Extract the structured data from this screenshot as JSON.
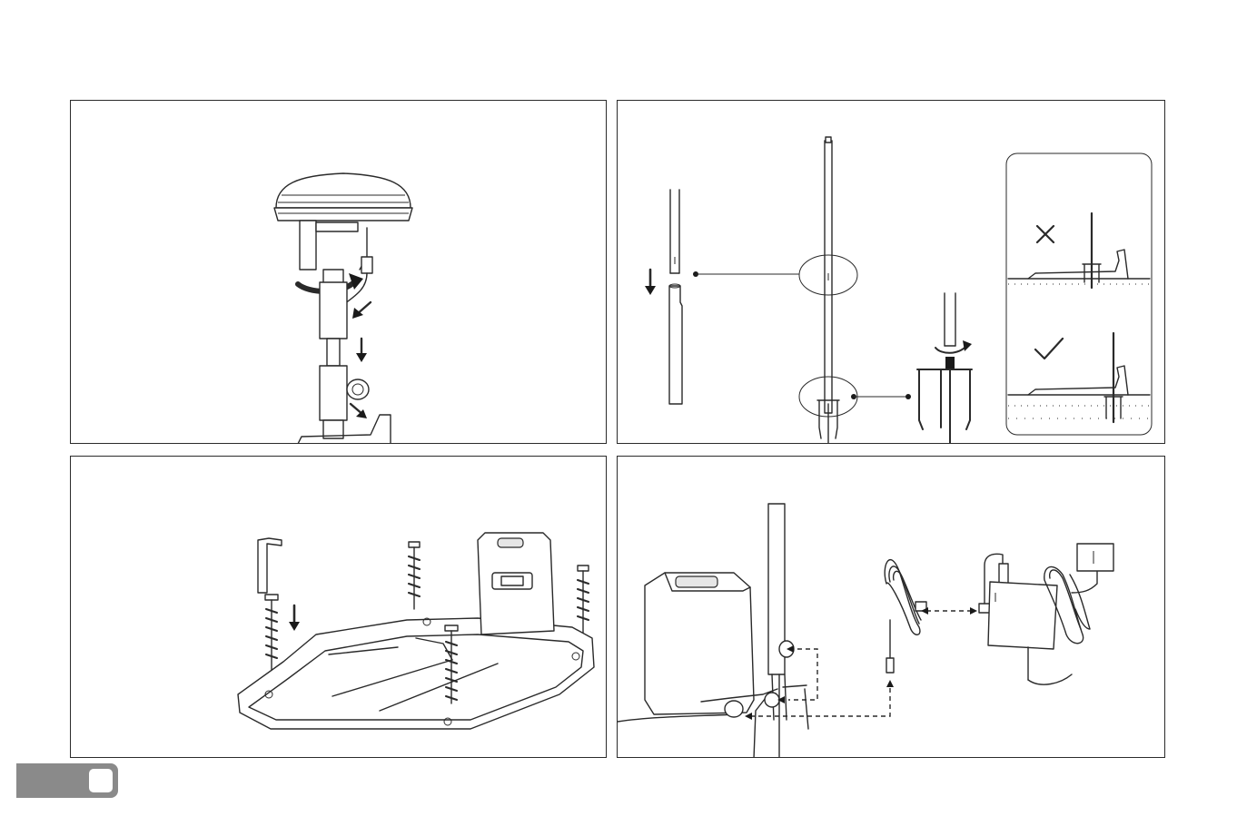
{
  "page": {
    "panels": [
      {
        "id": "step-1",
        "description_visible": false
      },
      {
        "id": "step-2",
        "description_visible": false
      },
      {
        "id": "step-3",
        "description_visible": false
      },
      {
        "id": "step-4",
        "description_visible": false
      }
    ],
    "page_tab": {
      "color": "#8a8a8a"
    }
  },
  "colors": {
    "line": "#2a2a2a",
    "tab": "#8a8a8a",
    "background": "#ffffff"
  },
  "icons": [
    "cross-icon",
    "check-icon",
    "rotate-arrow-icon",
    "down-arrow-icon"
  ]
}
